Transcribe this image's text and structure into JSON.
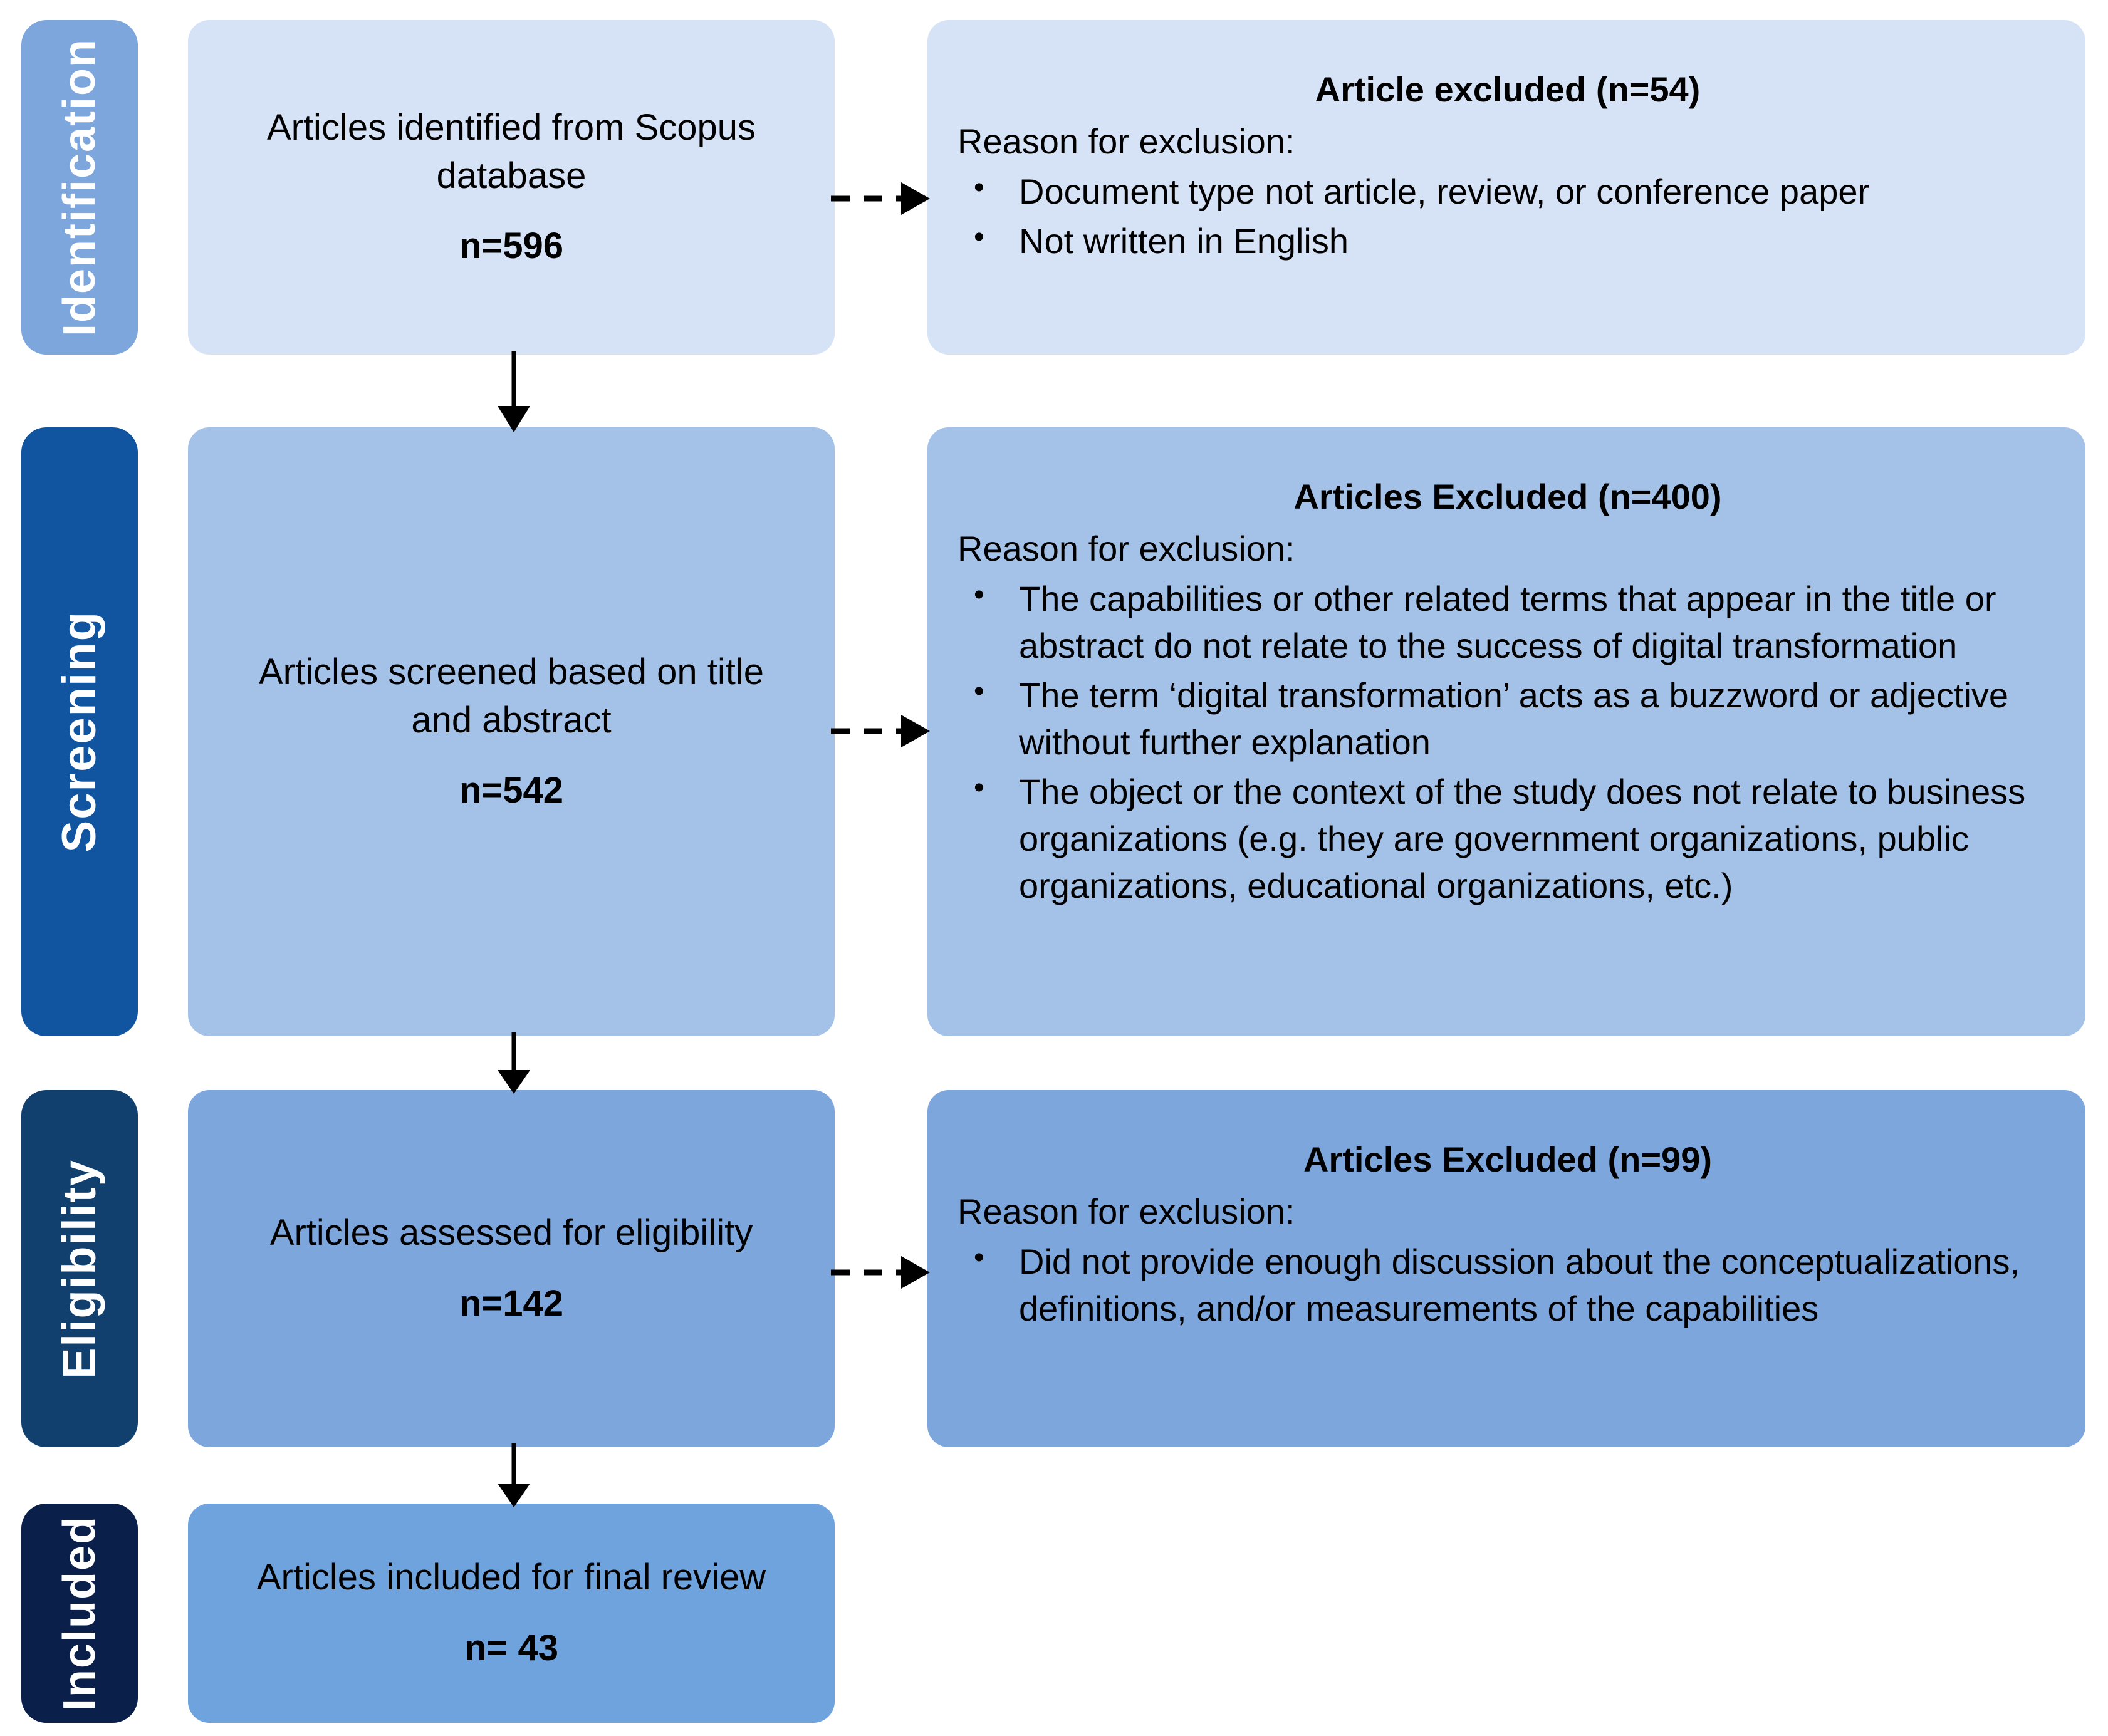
{
  "diagram": {
    "title": "PRISMA article selection flow diagram",
    "colors": {
      "identification_band": "#7CA6DC",
      "screening_band": "#1155A0",
      "eligibility_band": "#11406E",
      "included_band": "#0B1F4B",
      "box_level_1": "#D6E2F5",
      "box_level_2": "#A4C2E8",
      "box_level_3": "#7CA6DC",
      "box_level_4": "#6FA3DE",
      "arrow": "#000000"
    }
  },
  "stages": [
    {
      "id": "identification",
      "label": "Identification"
    },
    {
      "id": "screening",
      "label": "Screening"
    },
    {
      "id": "eligibility",
      "label": "Eligibility"
    },
    {
      "id": "included",
      "label": "Included"
    }
  ],
  "flow": {
    "identified": {
      "line1": "Articles identified from Scopus",
      "line2": "database",
      "count": "n=596"
    },
    "screened": {
      "line1": "Articles screened based on title",
      "line2": "and abstract",
      "count": "n=542"
    },
    "assessed": {
      "line1": "Articles assessed for eligibility",
      "count": "n=142"
    },
    "included": {
      "line1": "Articles included for final review",
      "count": "n= 43"
    }
  },
  "excluded": {
    "level1": {
      "title": "Article excluded (n=54)",
      "reason_label": "Reason for exclusion:",
      "reasons": [
        "Document type not article, review, or conference paper",
        "Not written in English"
      ]
    },
    "level2": {
      "title": "Articles Excluded (n=400)",
      "reason_label": "Reason for exclusion:",
      "reasons": [
        "The capabilities or other related terms that appear in the title or abstract do not relate to the success of digital transformation",
        "The term ‘digital transformation’ acts as a buzzword or adjective without further explanation",
        "The object or the context of the study does not relate to business organizations (e.g. they are government organizations, public organizations, educational organizations, etc.)"
      ]
    },
    "level3": {
      "title": "Articles Excluded (n=99)",
      "reason_label": "Reason for exclusion:",
      "reasons": [
        "Did not provide enough discussion about the conceptualizations, definitions, and/or measurements of the capabilities"
      ]
    }
  },
  "chart_data": {
    "type": "table",
    "title": "PRISMA flow counts",
    "categories": [
      "Articles identified from Scopus database",
      "Article excluded (level 1)",
      "Articles screened based on title and abstract",
      "Articles Excluded (level 2)",
      "Articles assessed for eligibility",
      "Articles Excluded (level 3)",
      "Articles included for final review"
    ],
    "values": [
      596,
      54,
      542,
      400,
      142,
      99,
      43
    ]
  }
}
